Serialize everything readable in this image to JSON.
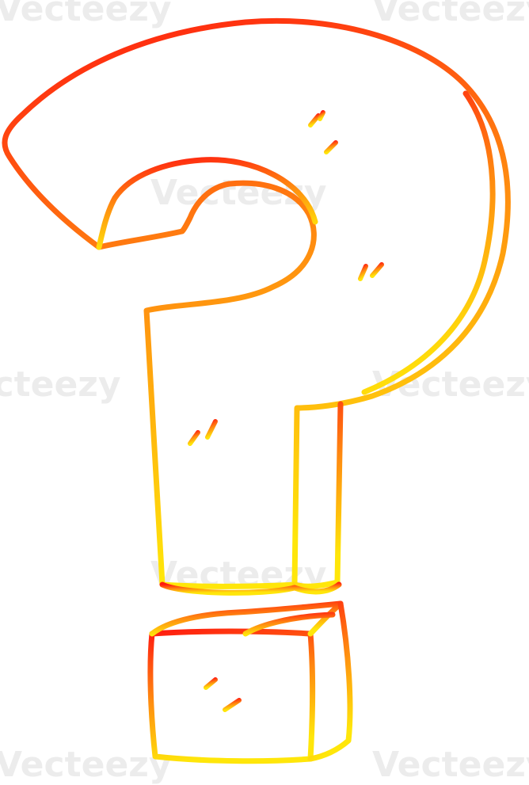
{
  "image": {
    "subject": "question-mark",
    "style": "hand-drawn cartoon outline",
    "colors": {
      "top": "#ff1a10",
      "middle": "#ff8a10",
      "bottom": "#ffe60a",
      "background": "#ffffff"
    }
  },
  "watermark": {
    "text": "Vecteezy"
  }
}
